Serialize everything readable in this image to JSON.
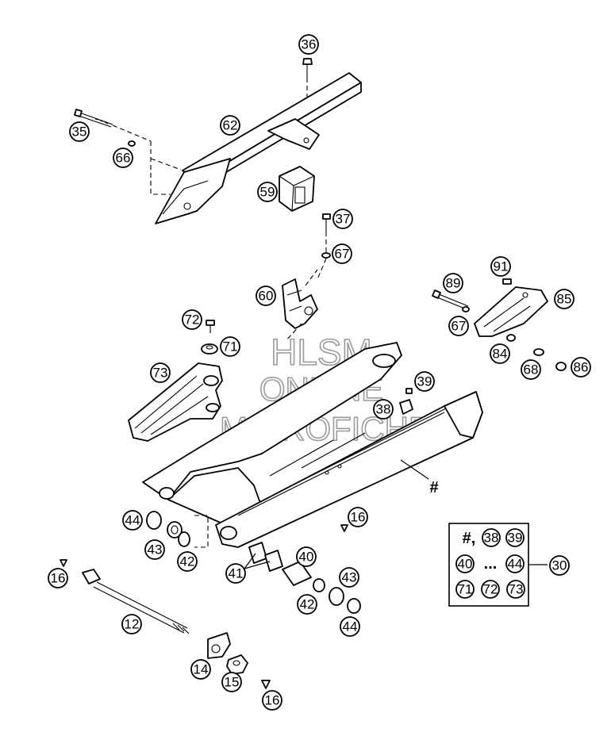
{
  "watermark": {
    "line1": "HLSM",
    "line2": "ONLINE",
    "line3": "MICROFICHE"
  },
  "callouts": [
    {
      "id": "c36",
      "label": "36"
    },
    {
      "id": "c35",
      "label": "35"
    },
    {
      "id": "c62",
      "label": "62"
    },
    {
      "id": "c66",
      "label": "66"
    },
    {
      "id": "c59",
      "label": "59"
    },
    {
      "id": "c37",
      "label": "37"
    },
    {
      "id": "c67a",
      "label": "67"
    },
    {
      "id": "c60",
      "label": "60"
    },
    {
      "id": "c91",
      "label": "91"
    },
    {
      "id": "c89",
      "label": "89"
    },
    {
      "id": "c85",
      "label": "85"
    },
    {
      "id": "c67b",
      "label": "67"
    },
    {
      "id": "c72",
      "label": "72"
    },
    {
      "id": "c71",
      "label": "71"
    },
    {
      "id": "c84",
      "label": "84"
    },
    {
      "id": "c68",
      "label": "68"
    },
    {
      "id": "c86",
      "label": "86"
    },
    {
      "id": "c73",
      "label": "73"
    },
    {
      "id": "c39",
      "label": "39"
    },
    {
      "id": "c38",
      "label": "38"
    },
    {
      "id": "c16a",
      "label": "16"
    },
    {
      "id": "c44a",
      "label": "44"
    },
    {
      "id": "c43a",
      "label": "43"
    },
    {
      "id": "c42a",
      "label": "42"
    },
    {
      "id": "c40",
      "label": "40"
    },
    {
      "id": "c41",
      "label": "41"
    },
    {
      "id": "c43b",
      "label": "43"
    },
    {
      "id": "c42b",
      "label": "42"
    },
    {
      "id": "c44b",
      "label": "44"
    },
    {
      "id": "c16b",
      "label": "16"
    },
    {
      "id": "c12",
      "label": "12"
    },
    {
      "id": "c14",
      "label": "14"
    },
    {
      "id": "c15",
      "label": "15"
    },
    {
      "id": "c16c",
      "label": "16"
    },
    {
      "id": "c30",
      "label": "30"
    }
  ],
  "swingarm_marker": "#",
  "kit_box": {
    "row1_prefix": "#,",
    "row1": [
      "38",
      "39"
    ],
    "row2": [
      "40",
      "44"
    ],
    "row2_sep": "...",
    "row3": [
      "71",
      "72",
      "73"
    ]
  }
}
